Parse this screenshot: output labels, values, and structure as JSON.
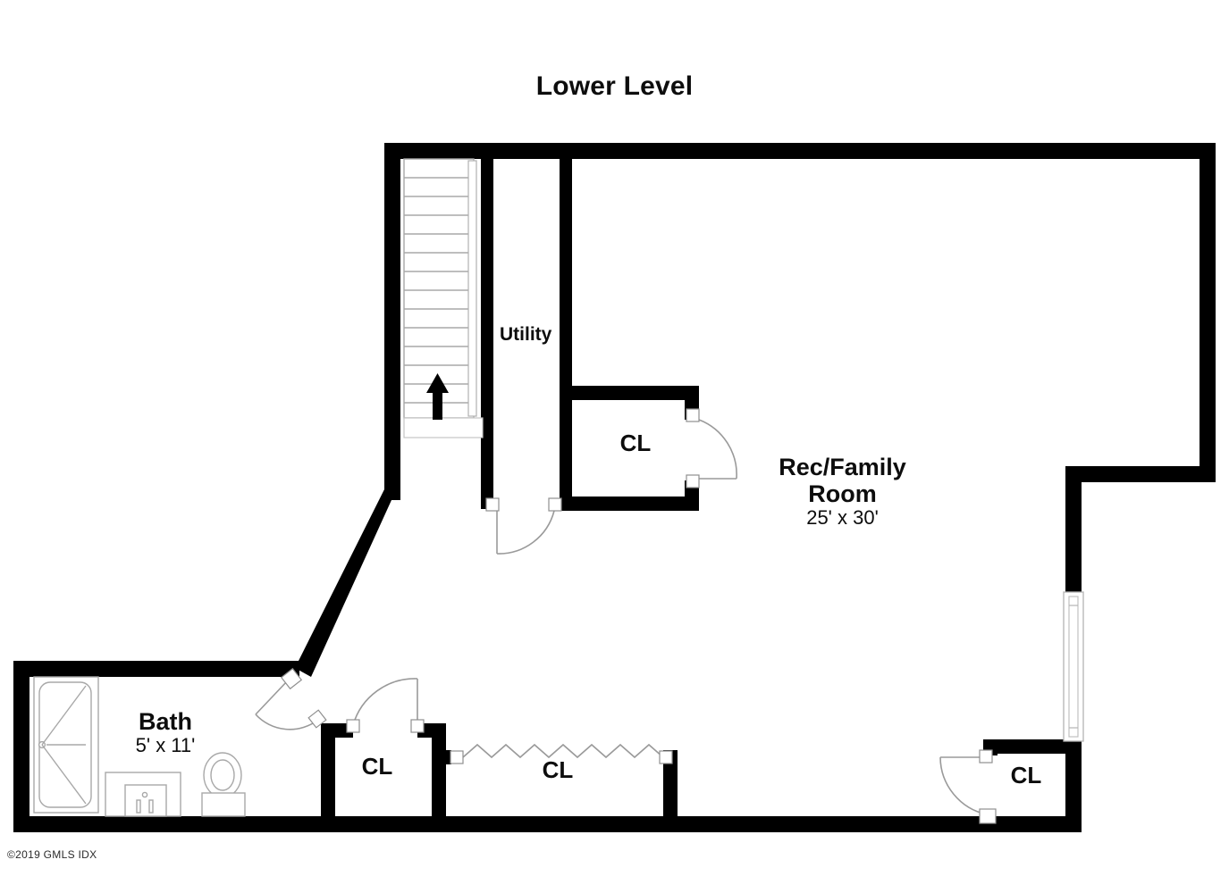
{
  "title": "Lower Level",
  "copyright": "©2019 GMLS IDX",
  "rooms": [
    {
      "id": "rec-family-room",
      "name": "Rec/Family",
      "name_line2": "Room",
      "dimensions": "25' x 30'"
    },
    {
      "id": "bath",
      "name": "Bath",
      "dimensions": "5' x 11'"
    },
    {
      "id": "utility",
      "name": "Utility",
      "dimensions": ""
    }
  ],
  "closets": [
    {
      "id": "closet-upper",
      "label": "CL",
      "door": "swing-right"
    },
    {
      "id": "closet-bottom-left",
      "label": "CL",
      "door": "swing-up-left"
    },
    {
      "id": "closet-bottom-wide",
      "label": "CL",
      "door": "bifold-accordion"
    },
    {
      "id": "closet-bottom-right",
      "label": "CL",
      "door": "swing-left"
    }
  ],
  "features": {
    "staircase": {
      "name": "staircase-up",
      "treads": 14,
      "direction": "up"
    },
    "window": {
      "name": "window-right-wall"
    },
    "bath_fixtures": [
      "bathtub",
      "vanity-sink",
      "toilet"
    ]
  },
  "colors": {
    "wall": "#000000",
    "background": "#ffffff",
    "fixture_line": "#9a9a9a",
    "text": "#0d0d0d"
  }
}
